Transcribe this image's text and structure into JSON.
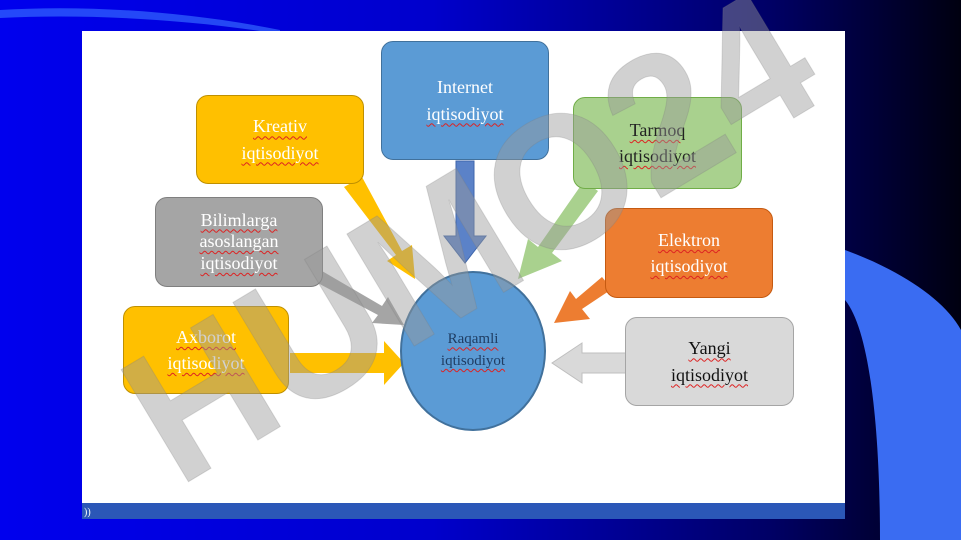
{
  "nodes": {
    "internet": {
      "line1": "Internet",
      "line2": "iqtisodiyot",
      "fill": "#5b9bd5"
    },
    "kreativ": {
      "line1": "Kreativ",
      "line2": "iqtisodiyot",
      "fill": "#ffc000"
    },
    "tarmoq": {
      "line1": "Tarmoq",
      "line2": "iqtisodiyot",
      "fill": "#a9d18e"
    },
    "bilimlarga": {
      "line1": "Bilimlarga",
      "line2": "asoslangan",
      "line3": "iqtisodiyot",
      "fill": "#a5a5a5"
    },
    "elektron": {
      "line1": "Elektron",
      "line2": "iqtisodiyot",
      "fill": "#ed7d31"
    },
    "axborot": {
      "line1": "Axborot",
      "line2": "iqtisodiyot",
      "fill": "#ffc000"
    },
    "yangi": {
      "line1": "Yangi",
      "line2": "iqtisodiyot",
      "fill": "#d9d9d9"
    },
    "raqamli": {
      "line1": "Raqamli",
      "line2": "iqtisodiyot",
      "fill": "#5b9bd5"
    }
  },
  "watermark": {
    "text": "HUMO24"
  },
  "footer": {
    "text": "))"
  },
  "colors": {
    "slide_background": "#0000dd",
    "panel_background": "#ffffff",
    "footer_bar": "#2b57b7",
    "swoosh": "#3366ff"
  }
}
